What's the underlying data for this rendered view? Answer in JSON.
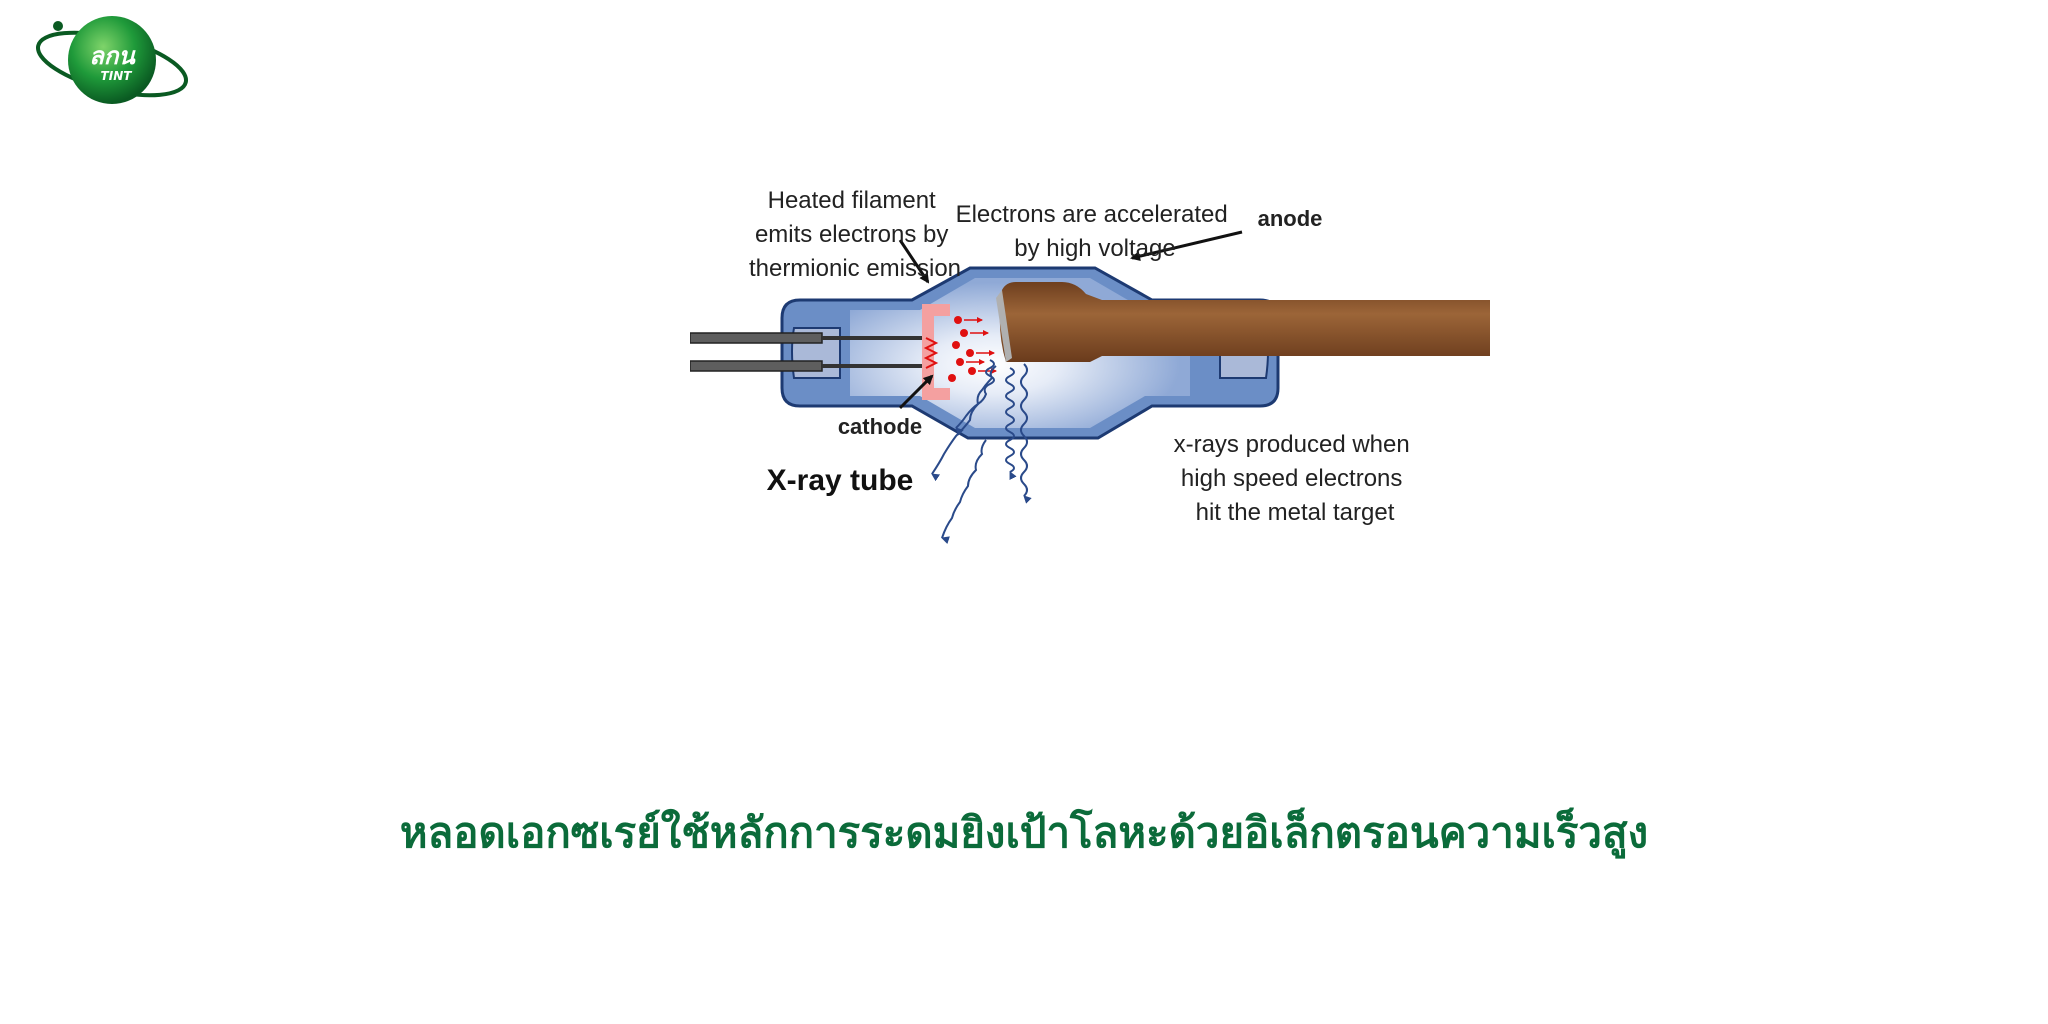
{
  "logo": {
    "line1": "ลกน",
    "line2": "TINT"
  },
  "diagram": {
    "title": "X-ray tube",
    "label_filament": [
      "Heated filament",
      "emits electrons by",
      "thermionic emission"
    ],
    "label_accelerated": [
      "Electrons are accelerated",
      "by high voltage"
    ],
    "label_anode": "anode",
    "label_cathode": "cathode",
    "label_xrays": [
      "x-rays produced when",
      "high speed electrons",
      "hit the metal target"
    ]
  },
  "caption": "หลอดเอกซเรย์ใช้หลักการระดมยิงเป้าโลหะด้วยอิเล็กตรอนความเร็วสูง",
  "colors": {
    "brand_green": "#0b6b3a",
    "tube_blue": "#6b8ec6",
    "anode_brown": "#8a5530",
    "filament_pink": "#f4a0a0",
    "electron_red": "#e01010",
    "xray_wave": "#2a4a8a"
  }
}
